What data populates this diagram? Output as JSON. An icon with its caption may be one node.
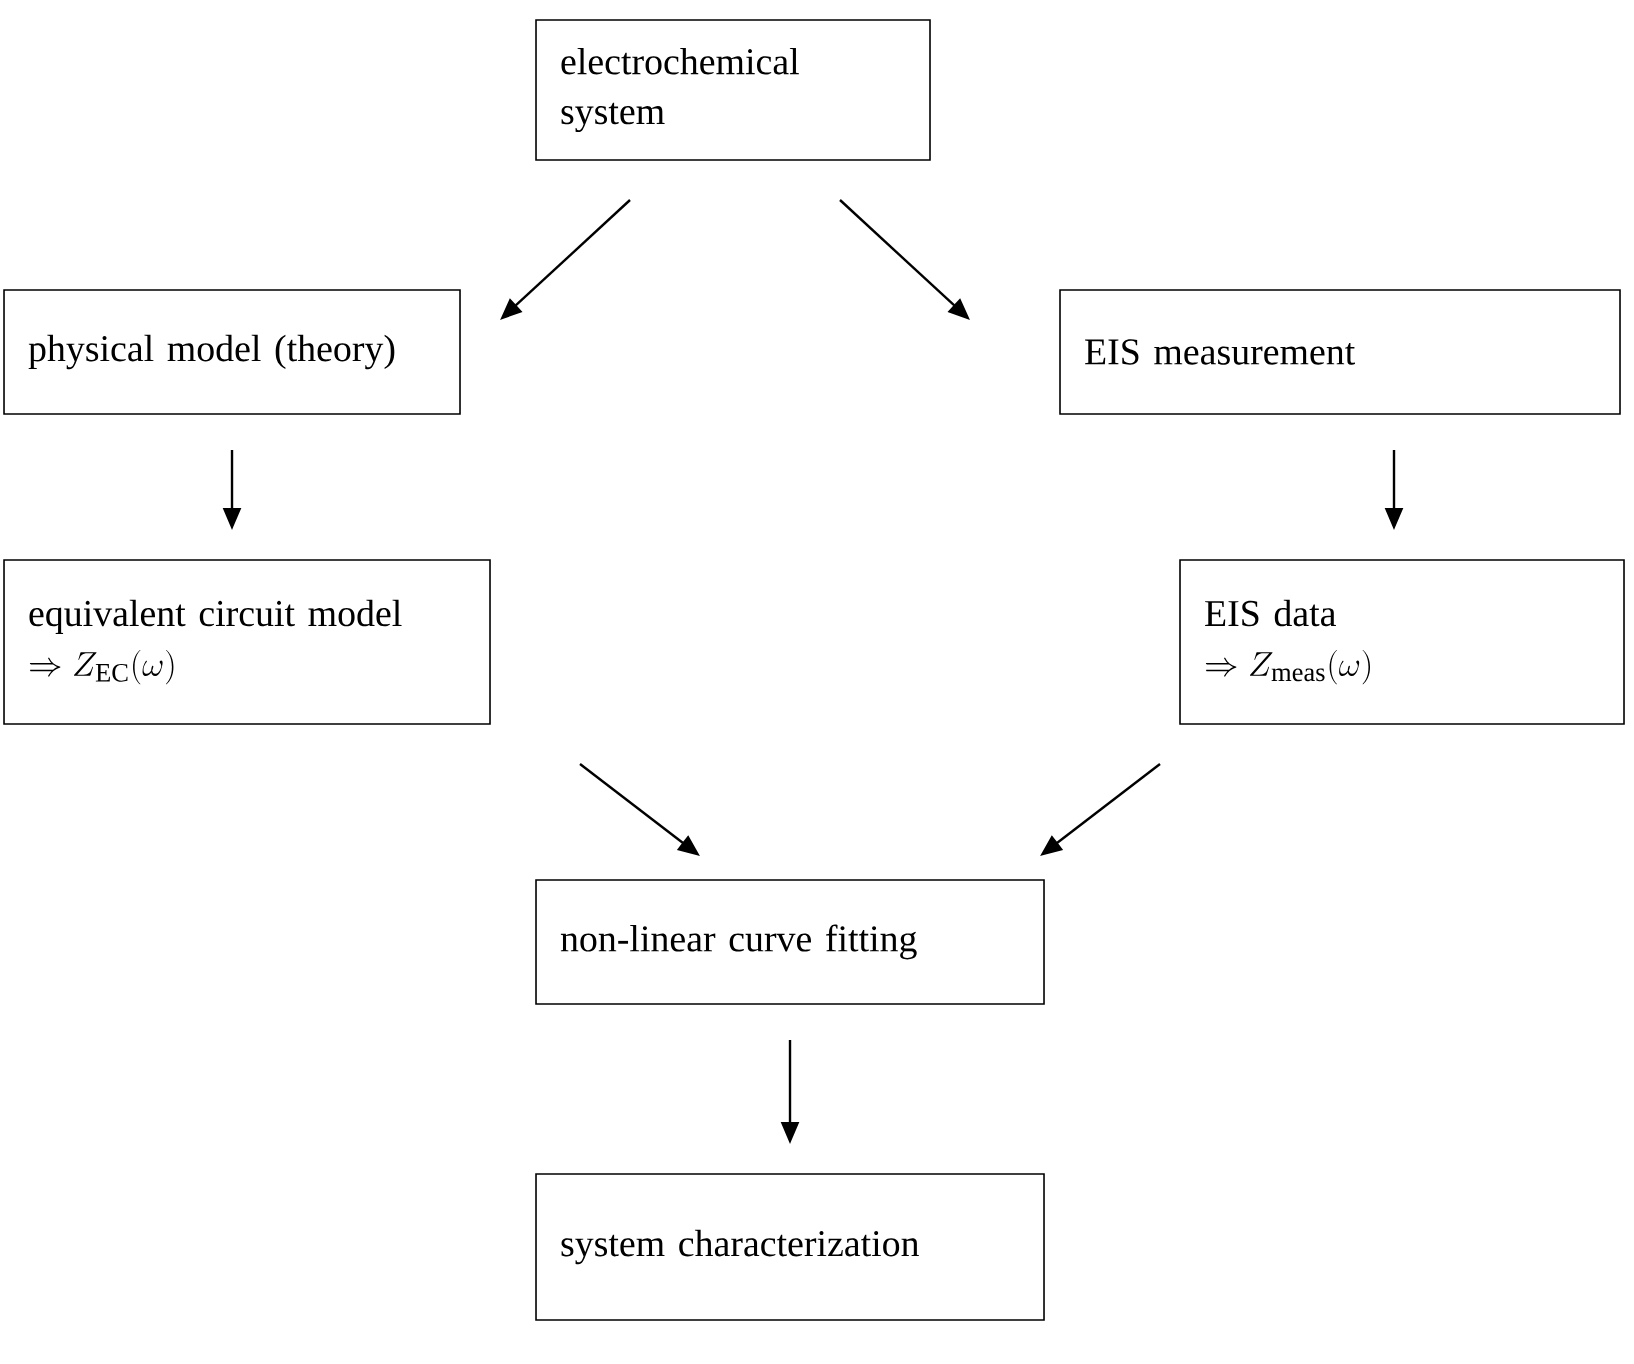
{
  "diagram": {
    "nodes": [
      {
        "text": [
          "electrochemical system"
        ]
      },
      {
        "text": [
          "physical model (theory)"
        ]
      },
      {
        "text": [
          "EIS measurement"
        ]
      },
      {
        "text": [
          "equivalent circuit model",
          "\\Rightarrow Z_{\\mathrm{EC}}(\\omega)"
        ]
      },
      {
        "text": [
          "EIS data",
          "\\Rightarrow Z_{\\mathrm{meas}}(\\omega)"
        ]
      },
      {
        "text": [
          "non-linear curve fitting"
        ]
      },
      {
        "text": [
          "system characterization"
        ]
      }
    ],
    "edges": [
      {
        "from": 0,
        "to": 1,
        "arrow": "to"
      },
      {
        "from": 0,
        "to": 2,
        "arrow": "to"
      },
      {
        "from": 1,
        "to": 3,
        "arrow": "to"
      },
      {
        "from": 2,
        "to": 4,
        "arrow": "to"
      },
      {
        "from": 3,
        "to": 5,
        "arrow": "to"
      },
      {
        "from": 4,
        "to": 5,
        "arrow": "to"
      },
      {
        "from": 5,
        "to": 6,
        "arrow": "to"
      }
    ]
  }
}
